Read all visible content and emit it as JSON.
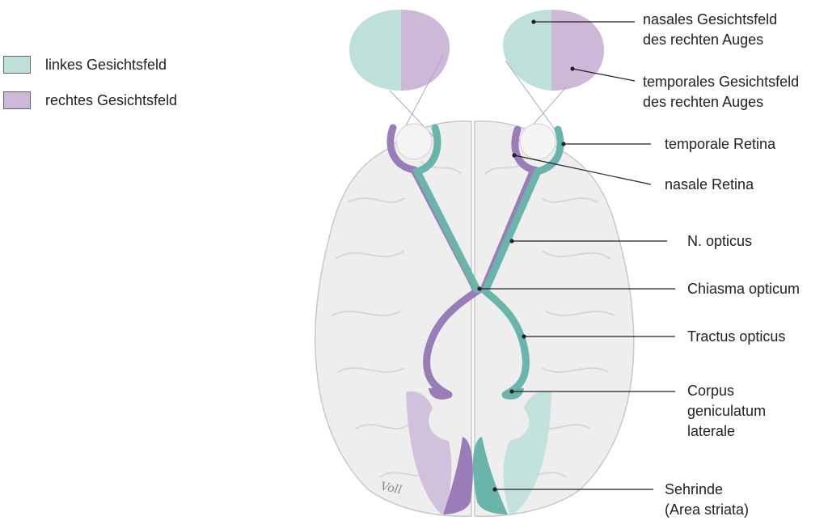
{
  "legend": [
    {
      "label": "linkes Gesichtsfeld",
      "color": "#bfe0da"
    },
    {
      "label": "rechtes Gesichtsfeld",
      "color": "#cdb8d8"
    }
  ],
  "colors": {
    "left_field": "#bfe0da",
    "right_field": "#cdb8d8",
    "teal_path": "#6bb4ac",
    "purple_path": "#9a7db8",
    "brain": "#eeeeee",
    "leader_line": "#222222"
  },
  "labels": {
    "nasal_field_line1": "nasales Gesichtsfeld",
    "nasal_field_line2": "des rechten Auges",
    "temporal_field_line1": "temporales Gesichtsfeld",
    "temporal_field_line2": "des rechten Auges",
    "temporal_retina": "temporale Retina",
    "nasal_retina": "nasale Retina",
    "n_opticus": "N. opticus",
    "chiasma": "Chiasma opticum",
    "tractus": "Tractus opticus",
    "cgl_line1": "Corpus",
    "cgl_line2": "geniculatum",
    "cgl_line3": "laterale",
    "sehrinde_line1": "Sehrinde",
    "sehrinde_line2": "(Area striata)"
  },
  "signature": "Voll"
}
